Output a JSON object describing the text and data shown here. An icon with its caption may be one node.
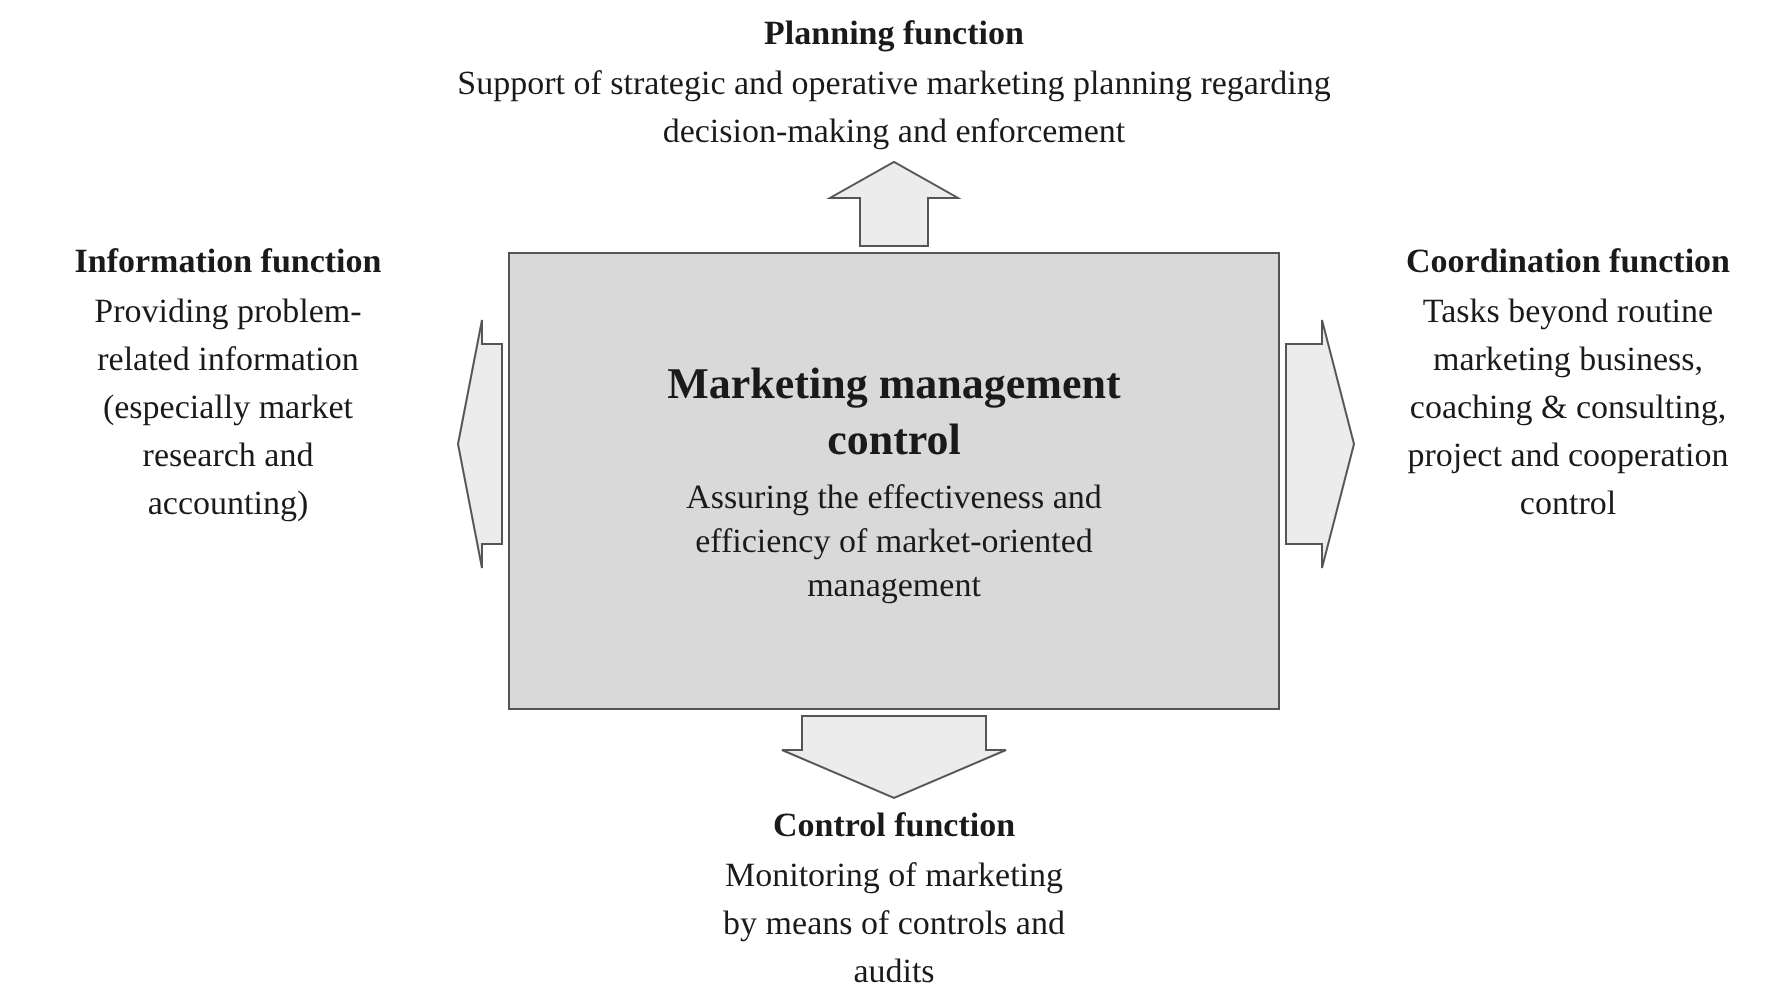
{
  "diagram": {
    "nodes": [
      {
        "text": [
          "Marketing management control",
          "Assuring the effectiveness and efficiency of market-oriented management"
        ]
      },
      {
        "text": [
          "Planning function",
          "Support of strategic and operative marketing planning regarding decision-making and enforcement"
        ]
      },
      {
        "text": [
          "Information function",
          "Providing problem-related information (especially market research and accounting)"
        ]
      },
      {
        "text": [
          "Coordination function",
          "Tasks beyond routine marketing business, coaching & consulting, project and cooperation control"
        ]
      },
      {
        "text": [
          "Control function",
          "Monitoring of marketing by means of controls and audits"
        ]
      }
    ],
    "edges": [
      {
        "from": 0,
        "to": 1,
        "arrow": "to"
      },
      {
        "from": 0,
        "to": 2,
        "arrow": "to"
      },
      {
        "from": 0,
        "to": 3,
        "arrow": "to"
      },
      {
        "from": 0,
        "to": 4,
        "arrow": "to"
      }
    ]
  }
}
